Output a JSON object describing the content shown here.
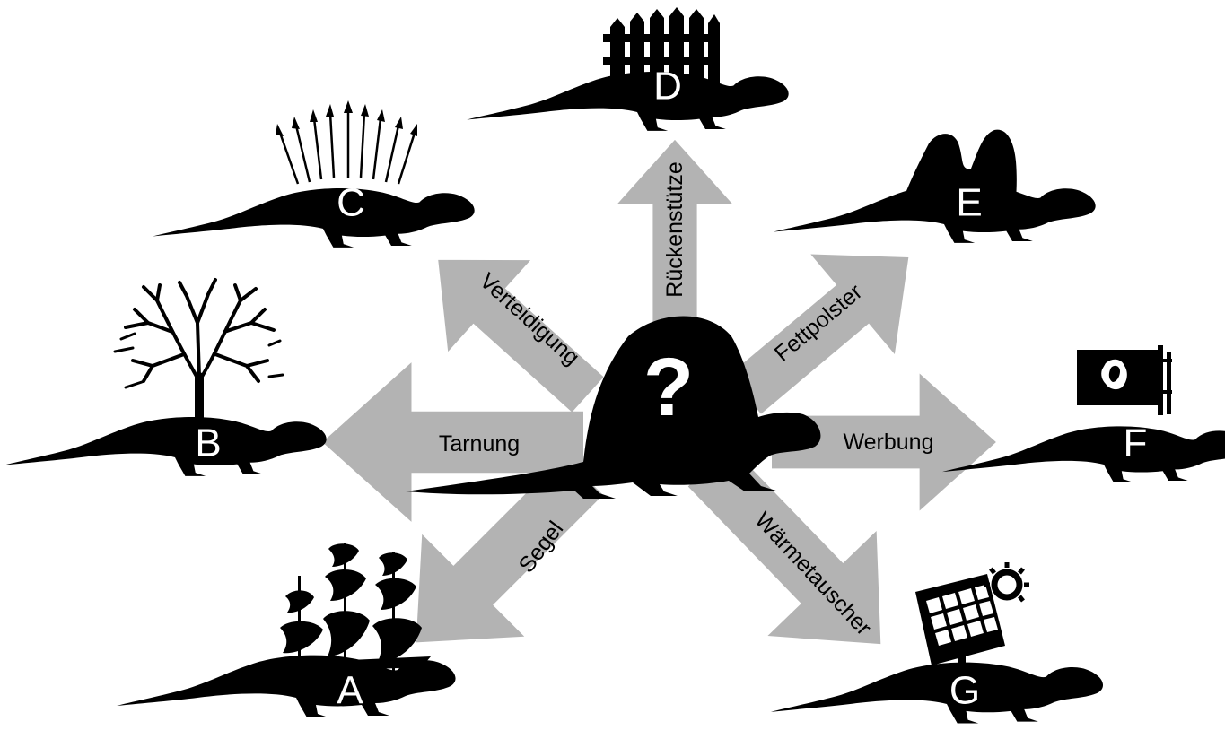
{
  "diagram": {
    "center": {
      "symbol": "?",
      "icon": "dimetrodon-silhouette-icon"
    },
    "arrow_color": "#b3b3b3",
    "silhouette_color": "#000000",
    "branches": [
      {
        "id": "a",
        "letter": "A",
        "label": "Segel",
        "prop": "sailing-ship-icon"
      },
      {
        "id": "b",
        "letter": "B",
        "label": "Tarnung",
        "prop": "bare-tree-icon"
      },
      {
        "id": "c",
        "letter": "C",
        "label": "Verteidigung",
        "prop": "spears-icon"
      },
      {
        "id": "d",
        "letter": "D",
        "label": "Rückenstütze",
        "prop": "picket-fence-icon"
      },
      {
        "id": "e",
        "letter": "E",
        "label": "Fettpolster",
        "prop": "fat-humps-icon"
      },
      {
        "id": "f",
        "letter": "F",
        "label": "Werbung",
        "prop": "flag-billboard-icon"
      },
      {
        "id": "g",
        "letter": "G",
        "label": "Wärmetauscher",
        "prop": "solar-panel-icon"
      }
    ]
  }
}
